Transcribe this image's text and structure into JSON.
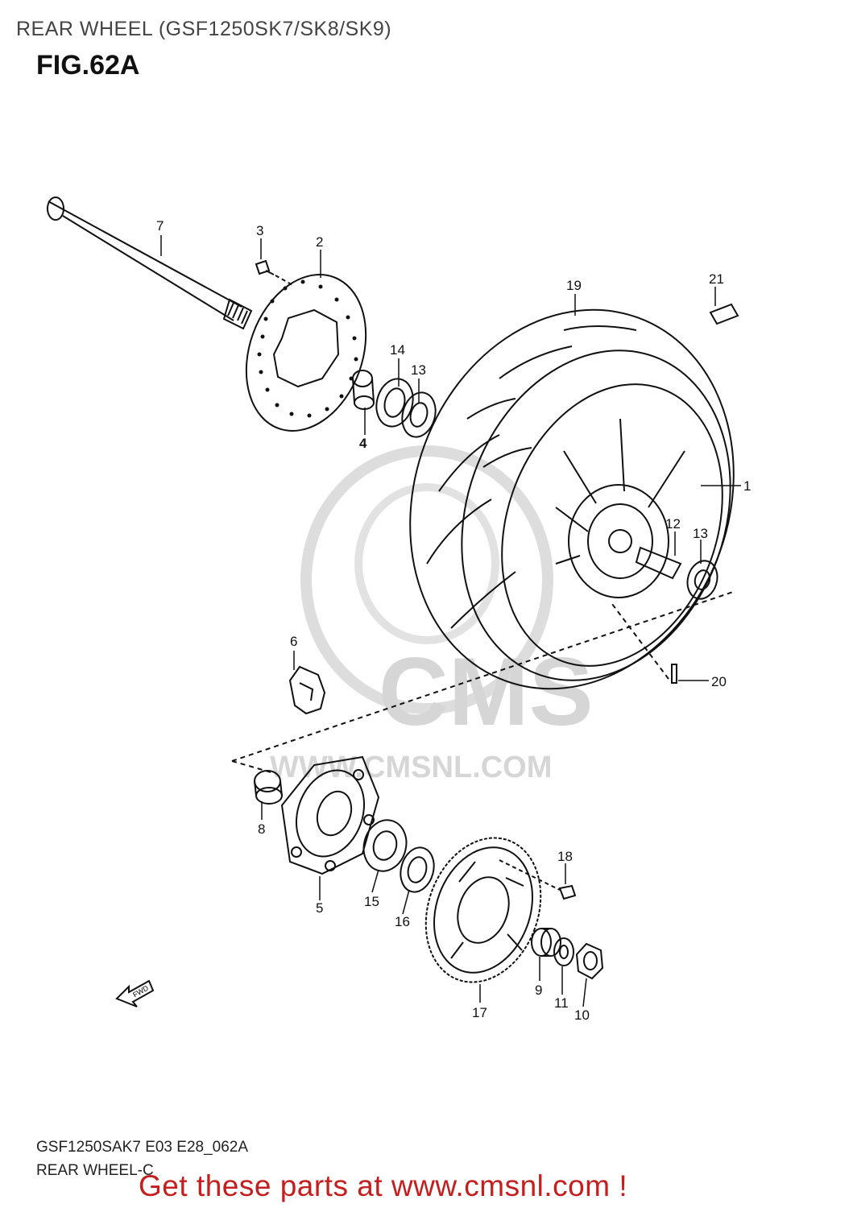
{
  "header": {
    "title": "REAR WHEEL (GSF1250SK7/SK8/SK9)",
    "figure": "FIG.62A"
  },
  "watermark": {
    "brand": "CMS",
    "url": "WWW.CMSNL.COM",
    "color": "#d6d6d6"
  },
  "callouts": {
    "c1": "1",
    "c2": "2",
    "c3": "3",
    "c4": "4",
    "c5": "5",
    "c6": "6",
    "c7": "7",
    "c8": "8",
    "c9": "9",
    "c10": "10",
    "c11": "11",
    "c12": "12",
    "c13a": "13",
    "c13b": "13",
    "c14": "14",
    "c15": "15",
    "c16": "16",
    "c17": "17",
    "c18": "18",
    "c19": "19",
    "c20": "20",
    "c21": "21"
  },
  "fwd_arrow": {
    "label": "FWD"
  },
  "footer": {
    "code": "GSF1250SAK7 E03 E28_062A",
    "name": "REAR WHEEL-C",
    "cta": "Get these parts at www.cmsnl.com !",
    "cta_color": "#c41e1e"
  }
}
